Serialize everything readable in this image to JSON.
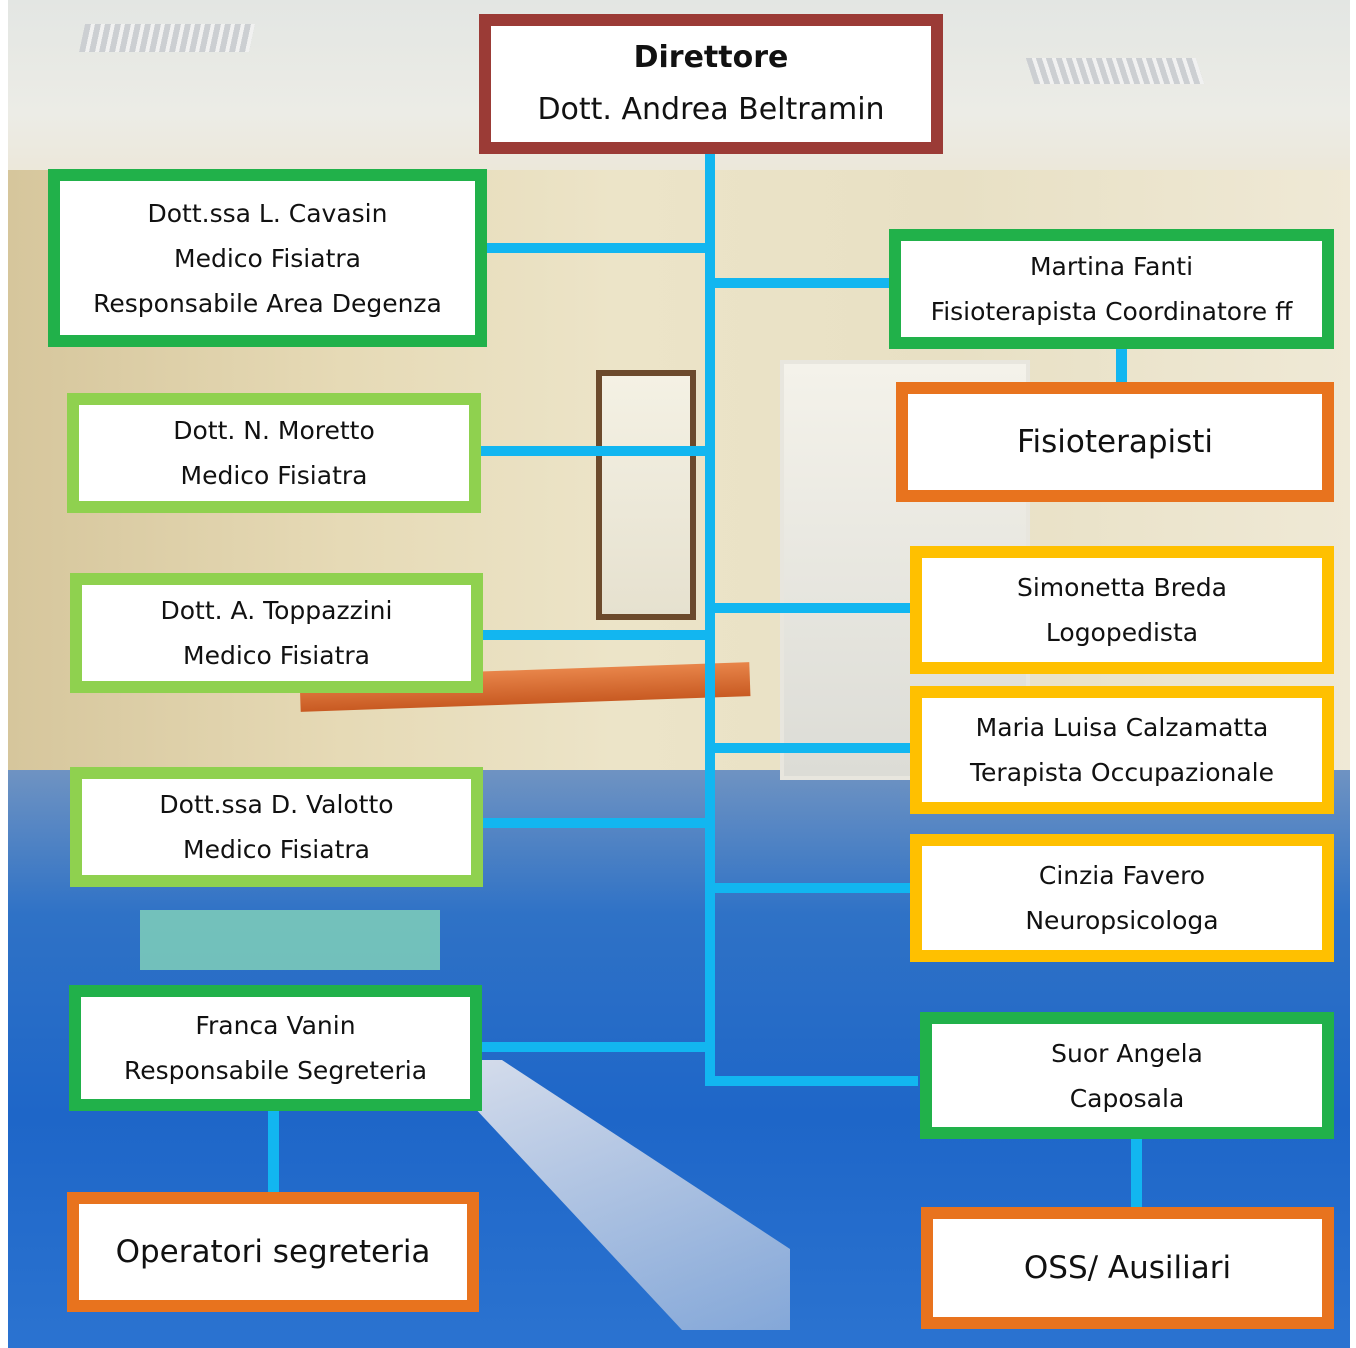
{
  "colors": {
    "director_border": "#9b3b36",
    "dark_green_border": "#21b14a",
    "light_green_border": "#8fd14f",
    "yellow_border": "#ffc000",
    "orange_border": "#e8731e",
    "connector": "#12b6f0"
  },
  "director": {
    "title": "Direttore",
    "name": "Dott. Andrea Beltramin"
  },
  "left": [
    {
      "name": "Dott.ssa L. Cavasin",
      "role": "Medico Fisiatra",
      "extra": "Responsabile Area Degenza"
    },
    {
      "name": "Dott. N. Moretto",
      "role": "Medico Fisiatra"
    },
    {
      "name": "Dott. A. Toppazzini",
      "role": "Medico Fisiatra"
    },
    {
      "name": "Dott.ssa D. Valotto",
      "role": "Medico Fisiatra"
    },
    {
      "name": "Franca Vanin",
      "role": "Responsabile Segreteria"
    }
  ],
  "right": [
    {
      "name": "Martina Fanti",
      "role": "Fisioterapista Coordinatore ff"
    },
    {
      "name": "Simonetta Breda",
      "role": "Logopedista"
    },
    {
      "name": "Maria Luisa Calzamatta",
      "role": "Terapista Occupazionale"
    },
    {
      "name": "Cinzia Favero",
      "role": "Neuropsicologa"
    },
    {
      "name": "Suor Angela",
      "role": "Caposala"
    }
  ],
  "groups": {
    "fisioterapisti": "Fisioterapisti",
    "segreteria": "Operatori segreteria",
    "oss": "OSS/ Ausiliari"
  }
}
